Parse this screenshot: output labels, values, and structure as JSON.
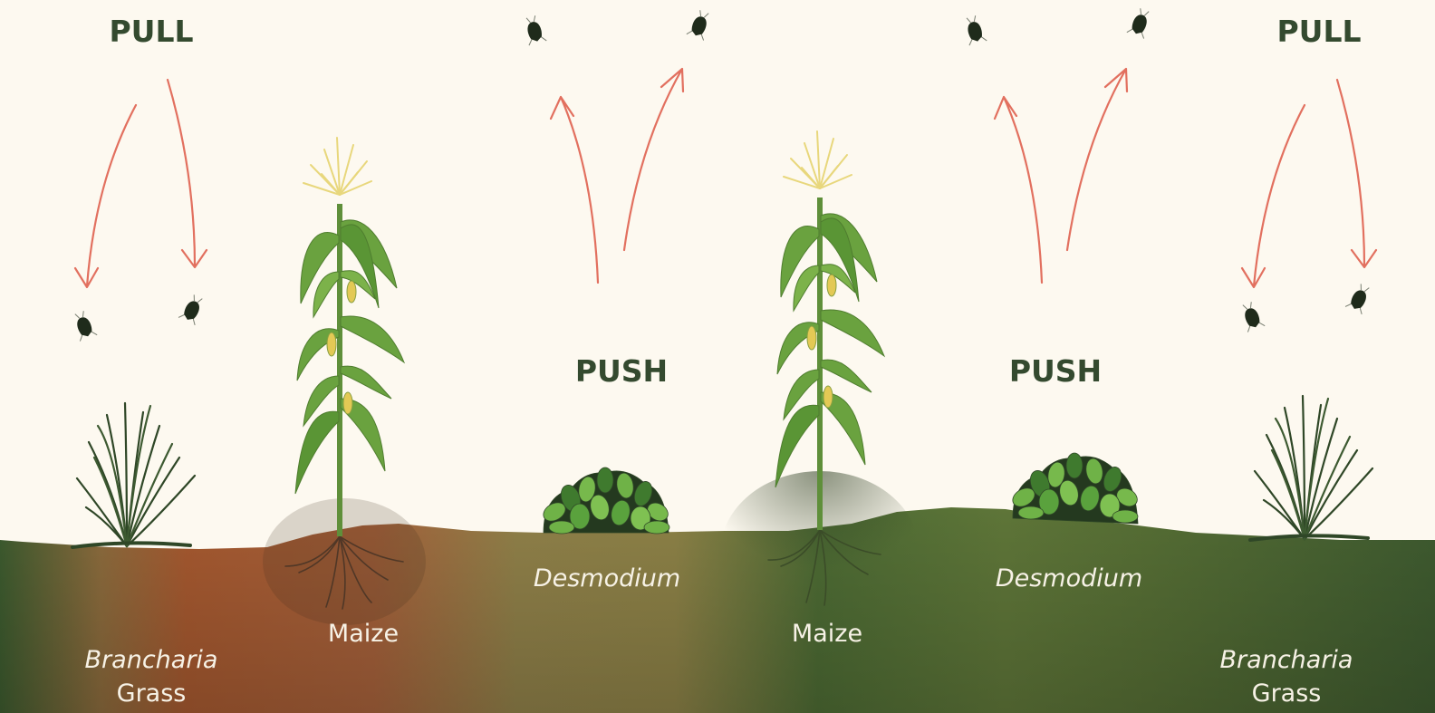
{
  "labels": {
    "pull": "PULL",
    "push": "PUSH",
    "maize": "Maize",
    "desmodium": "Desmodium",
    "brancharia": "Brancharia",
    "grass": "Grass"
  },
  "colors": {
    "background": "#fdf9f0",
    "heading": "#344a2f",
    "arrow": "#e2705f",
    "label": "#f7f2e6",
    "soil_red": "#a4582f",
    "soil_olive": "#8f7f47",
    "soil_green": "#3f5e30",
    "leaf": "#6aa23f",
    "tassel": "#e8d77c",
    "insect": "#1f2b1b"
  },
  "icons": {
    "insect": "moth-icon",
    "maize": "maize-plant-icon",
    "desmodium": "desmodium-bush-icon",
    "grass": "brancharia-grass-icon",
    "arrow": "curved-arrow-icon"
  }
}
